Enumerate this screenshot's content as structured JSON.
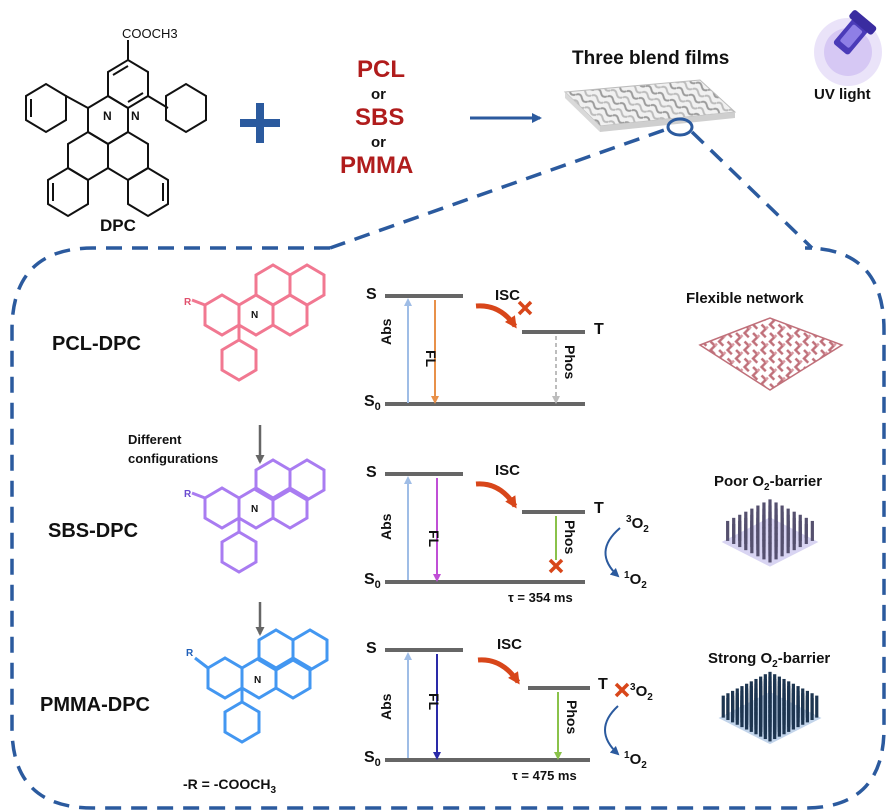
{
  "top": {
    "molecule_label": "DPC",
    "substituent": "COOCH3",
    "polymers": [
      "PCL",
      "or",
      "SBS",
      "or",
      "PMMA"
    ],
    "films_title": "Three blend films",
    "uv_label": "UV light"
  },
  "rows": [
    {
      "name": "PCL-DPC",
      "network_label": "Flexible network",
      "isc_label": "ISC",
      "abs_label": "Abs",
      "fl_label": "FL",
      "phos_label": "Phos",
      "s_label": "S",
      "t_label": "T",
      "s0_label": "S0",
      "color": "#f06a86"
    },
    {
      "name": "SBS-DPC",
      "network_label": "Poor O2-barrier",
      "isc_label": "ISC",
      "abs_label": "Abs",
      "fl_label": "FL",
      "phos_label": "Phos",
      "s_label": "S",
      "t_label": "T",
      "s0_label": "S0",
      "triplet_o2": "3O2",
      "singlet_o2": "1O2",
      "lifetime": "τ = 354 ms",
      "color": "#a06ef0"
    },
    {
      "name": "PMMA-DPC",
      "network_label": "Strong O2-barrier",
      "isc_label": "ISC",
      "abs_label": "Abs",
      "fl_label": "FL",
      "phos_label": "Phos",
      "s_label": "S",
      "t_label": "T",
      "s0_label": "S0",
      "triplet_o2": "3O2",
      "singlet_o2": "1O2",
      "lifetime": "τ = 475 ms",
      "color": "#2f8cf0"
    }
  ],
  "arrow_note": "Different configurations",
  "r_note": "-R = -COOCH3",
  "r_symbol": "R",
  "n_symbol": "N",
  "colors": {
    "dashed_frame": "#2b5a9e",
    "polymer_red": "#b01c1c",
    "abs_arrow": "#9fbde6",
    "fl_pcl": "#e8914a",
    "fl_sbs": "#c04fd6",
    "fl_pmma": "#2a2aa8",
    "phos_pcl": "#bdbdbd",
    "phos_green": "#8ac24a",
    "isc_arrow": "#d8461a",
    "cross": "#d8461a",
    "level_gray": "#666666"
  }
}
